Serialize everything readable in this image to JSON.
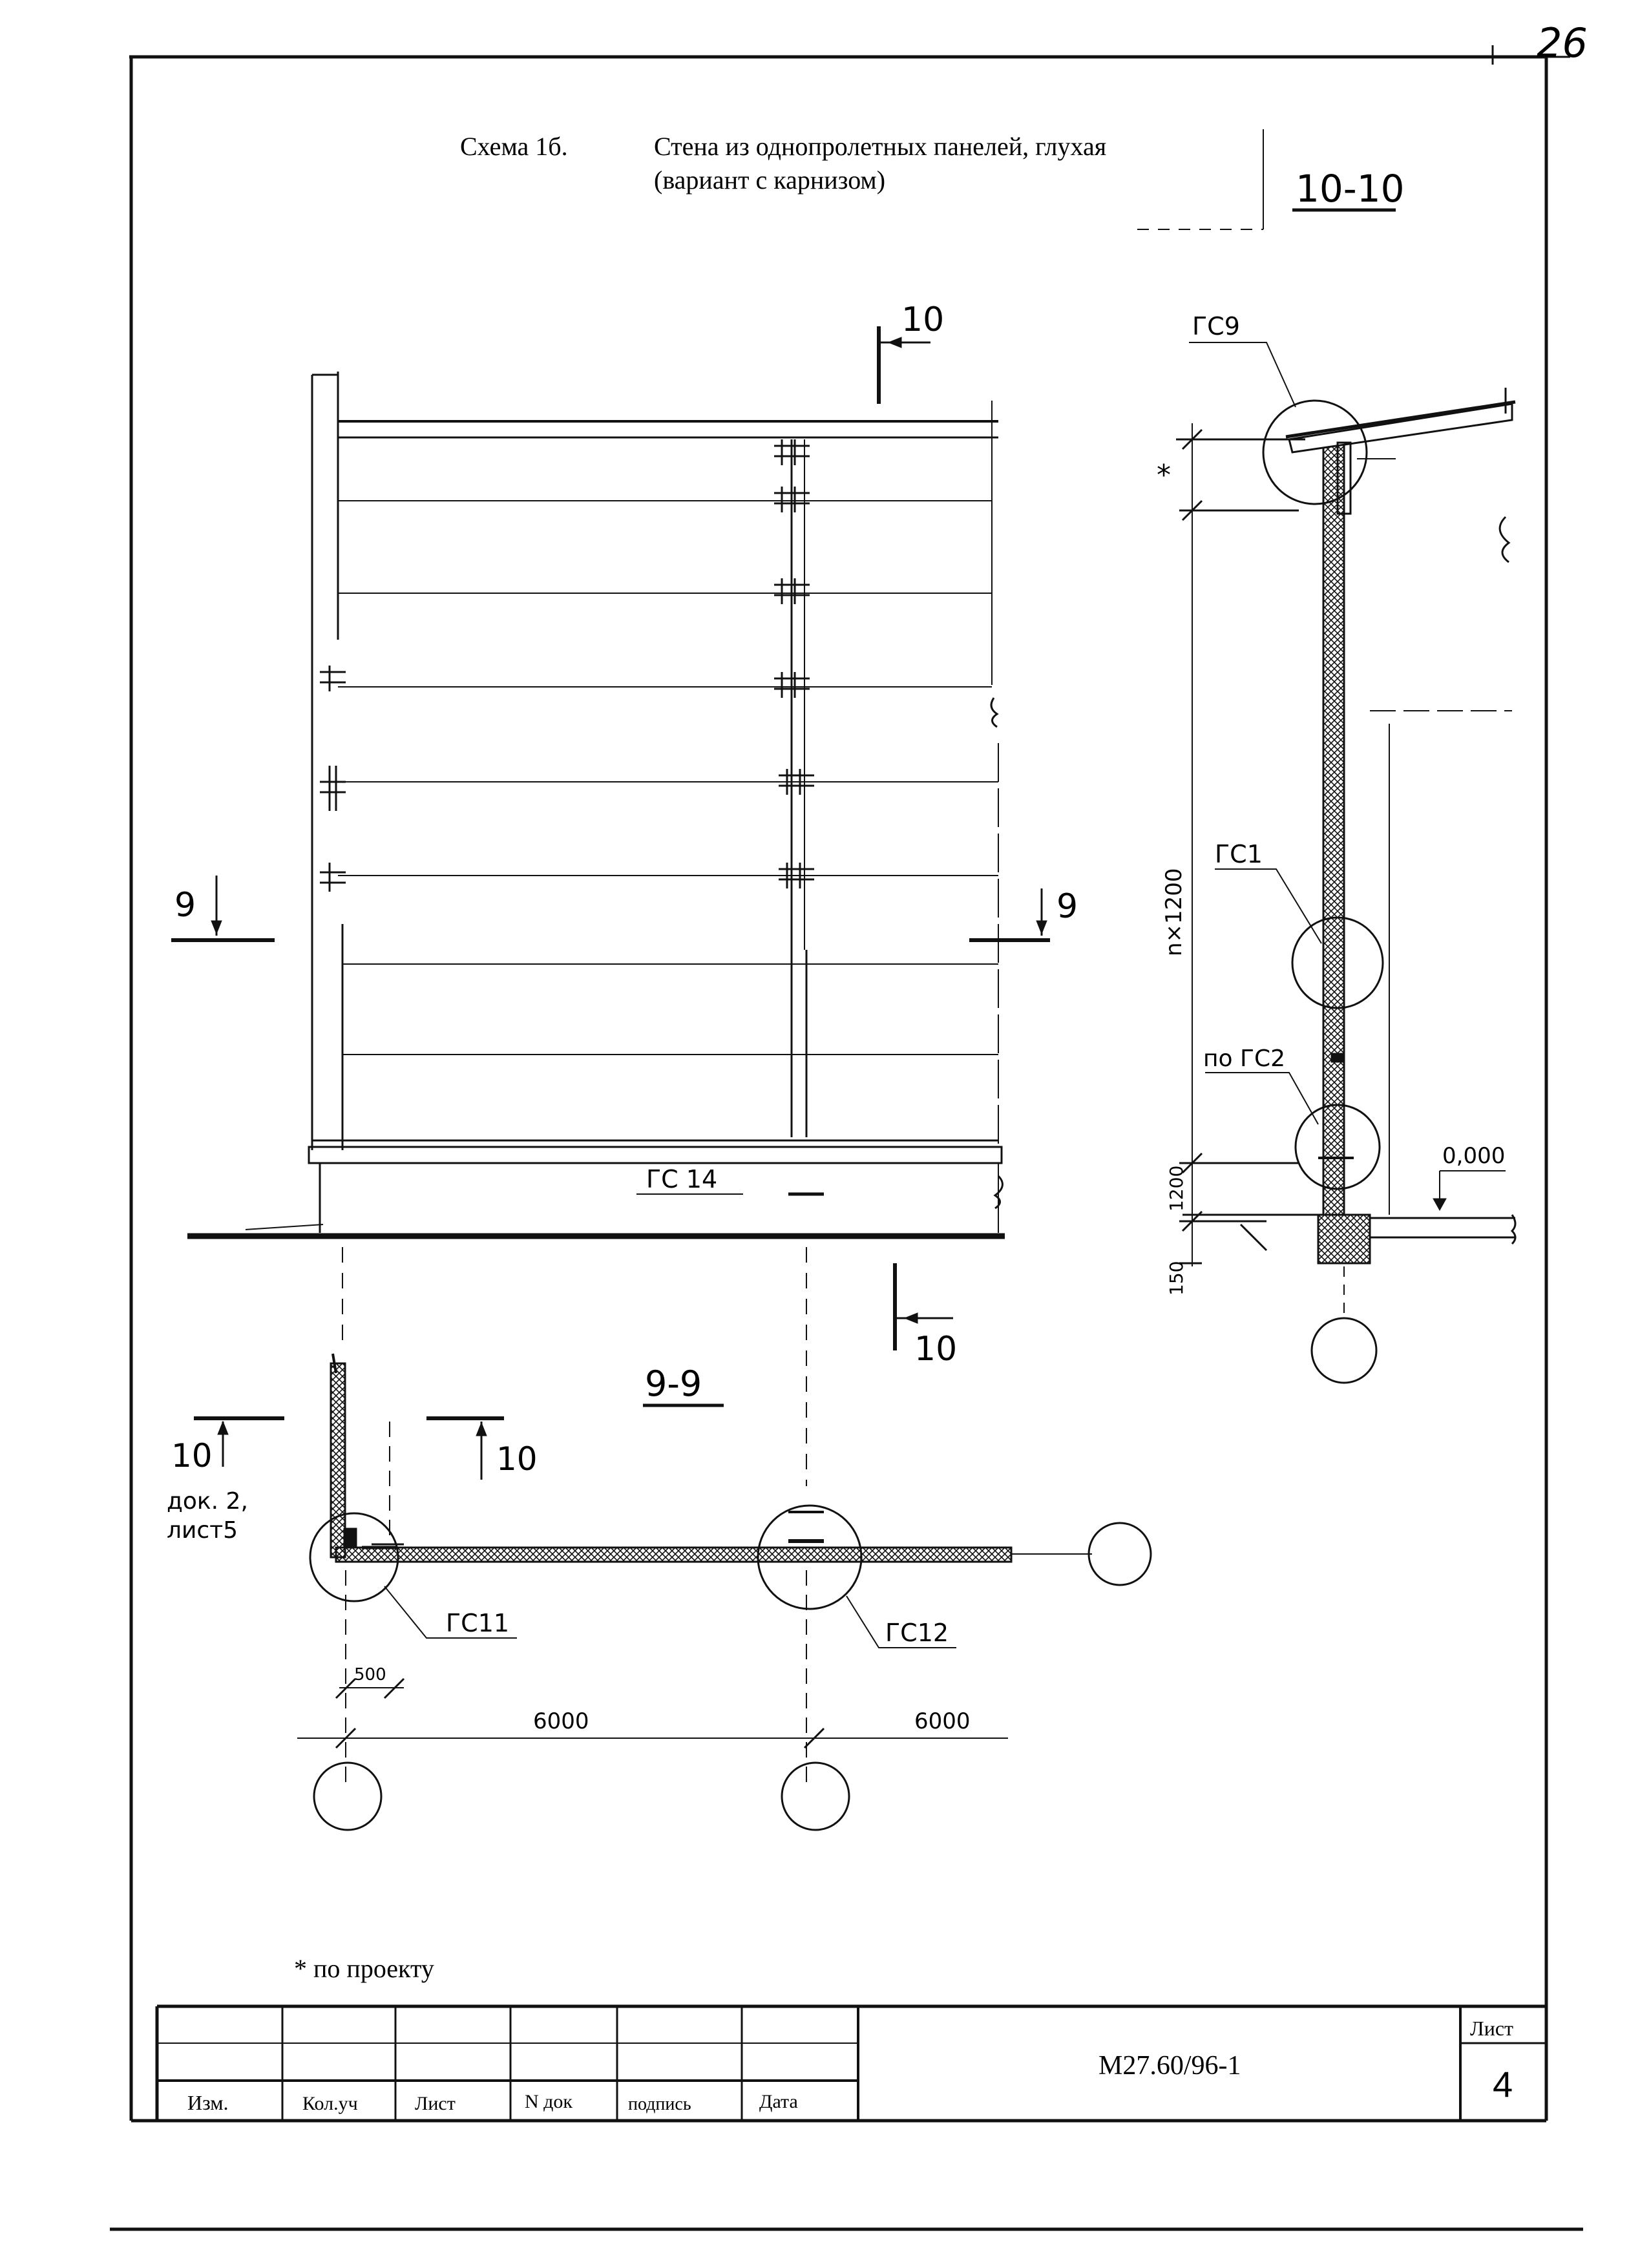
{
  "page_number": "26",
  "header": {
    "scheme_label": "Схема 1б.",
    "title_line1": "Стена из однопролетных панелей, глухая",
    "title_line2": "(вариант с карнизом)"
  },
  "section_10_10": {
    "title": "10-10"
  },
  "section_9_9": {
    "title": "9-9"
  },
  "elevation": {
    "cut_label_10_top": "10",
    "cut_label_10_bottom": "10",
    "cut_label_9_left": "9",
    "cut_label_9_right": "9",
    "callout_gc14": "ГС 14"
  },
  "section_callouts": {
    "gc9": "ГС9",
    "gc1": "ГС1",
    "po_gc2": "по ГС2",
    "level": "0,000",
    "dim_star": "*",
    "dim_n1200": "n×1200",
    "dim_1200": "1200",
    "dim_150": "150"
  },
  "plan": {
    "cut_left": "10",
    "cut_right": "10",
    "ref_note_line1": "док. 2,",
    "ref_note_line2": "лист5",
    "callout_gc11": "ГС11",
    "callout_gc12": "ГС12",
    "dim_500": "500",
    "dim_6000_a": "6000",
    "dim_6000_b": "6000"
  },
  "footnote": "* по проекту",
  "title_block": {
    "headers": [
      "Изм.",
      "Кол.уч",
      "Лист",
      "N док",
      "подпись",
      "Дата"
    ],
    "document_code": "М27.60/96-1",
    "sheet_label": "Лист",
    "sheet_number": "4"
  }
}
